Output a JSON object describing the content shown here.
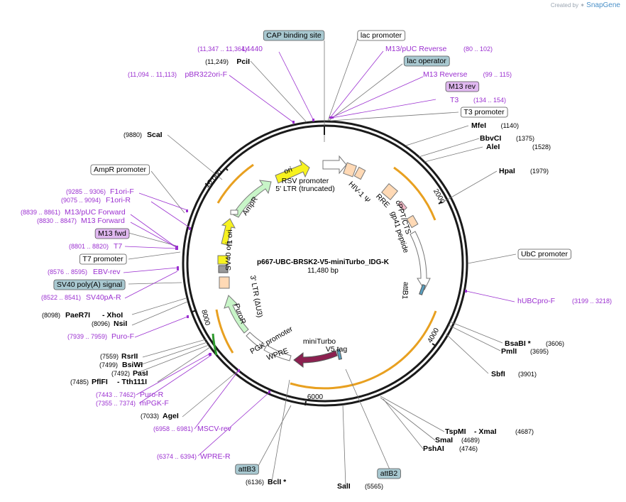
{
  "branding": {
    "created_by": "Created by",
    "app": "SnapGene"
  },
  "plasmid": {
    "name": "p667-UBC-BRSK2-V5-miniTurbo_IDG-K",
    "length": "11,480 bp"
  },
  "labels": [
    {
      "text": "CAP binding site",
      "box": "gray"
    },
    {
      "text": "lac promoter",
      "box": "white"
    },
    {
      "text": "lac operator",
      "box": "gray"
    },
    {
      "text": "M13 rev",
      "box": "purple"
    },
    {
      "text": "T3 promoter",
      "box": "white"
    },
    {
      "text": "AmpR promoter",
      "box": "white"
    },
    {
      "text": "M13 fwd",
      "box": "purple"
    },
    {
      "text": "T7 promoter",
      "box": "white"
    },
    {
      "text": "SV40 poly(A) signal",
      "box": "gray"
    },
    {
      "text": "UbC promoter",
      "box": "white"
    },
    {
      "text": "attB3",
      "box": "gray"
    },
    {
      "text": "attB2",
      "box": "gray"
    },
    {
      "text": "11,347 .. 11,364",
      "box": "none"
    },
    {
      "text": "L4440",
      "box": "none"
    },
    {
      "text": "11,249",
      "box": "none"
    },
    {
      "text": "PciI",
      "box": "none"
    },
    {
      "text": "11,094 .. 11,113",
      "box": "none"
    },
    {
      "text": "pBR322ori-F",
      "box": "none"
    },
    {
      "text": "M13/pUC Reverse",
      "box": "none"
    },
    {
      "text": "80 .. 102",
      "box": "none"
    },
    {
      "text": "M13 Reverse",
      "box": "none"
    },
    {
      "text": "99 .. 115",
      "box": "none"
    },
    {
      "text": "T3",
      "box": "none"
    },
    {
      "text": "134 .. 154",
      "box": "none"
    },
    {
      "text": "MfeI",
      "box": "none"
    },
    {
      "text": "1140",
      "box": "none"
    },
    {
      "text": "BbvCI",
      "box": "none"
    },
    {
      "text": "1375",
      "box": "none"
    },
    {
      "text": "AleI",
      "box": "none"
    },
    {
      "text": "1528",
      "box": "none"
    },
    {
      "text": "HpaI",
      "box": "none"
    },
    {
      "text": "1979",
      "box": "none"
    },
    {
      "text": "9880",
      "box": "none"
    },
    {
      "text": "ScaI",
      "box": "none"
    },
    {
      "text": "9285 .. 9306",
      "box": "none"
    },
    {
      "text": "F1ori-F",
      "box": "none"
    },
    {
      "text": "9075 .. 9094",
      "box": "none"
    },
    {
      "text": "F1ori-R",
      "box": "none"
    },
    {
      "text": "8839 .. 8861",
      "box": "none"
    },
    {
      "text": "M13/pUC Forward",
      "box": "none"
    },
    {
      "text": "8830 .. 8847",
      "box": "none"
    },
    {
      "text": "M13 Forward",
      "box": "none"
    },
    {
      "text": "8801 .. 8820",
      "box": "none"
    },
    {
      "text": "T7",
      "box": "none"
    },
    {
      "text": "8576 .. 8595",
      "box": "none"
    },
    {
      "text": "EBV-rev",
      "box": "none"
    },
    {
      "text": "8522 .. 8541",
      "box": "none"
    },
    {
      "text": "SV40pA-R",
      "box": "none"
    },
    {
      "text": "8098",
      "box": "none"
    },
    {
      "text": "PaeR7I",
      "box": "none"
    },
    {
      "text": "- XhoI",
      "box": "none"
    },
    {
      "text": "8096",
      "box": "none"
    },
    {
      "text": "NsiI",
      "box": "none"
    },
    {
      "text": "7939 .. 7959",
      "box": "none"
    },
    {
      "text": "Puro-F",
      "box": "none"
    },
    {
      "text": "hUBCpro-F",
      "box": "none"
    },
    {
      "text": "3199 .. 3218",
      "box": "none"
    },
    {
      "text": "BsaBI *",
      "box": "none"
    },
    {
      "text": "3606",
      "box": "none"
    },
    {
      "text": "PmlI",
      "box": "none"
    },
    {
      "text": "3695",
      "box": "none"
    },
    {
      "text": "SbfI",
      "box": "none"
    },
    {
      "text": "3901",
      "box": "none"
    },
    {
      "text": "7559",
      "box": "none"
    },
    {
      "text": "RsrII",
      "box": "none"
    },
    {
      "text": "7499",
      "box": "none"
    },
    {
      "text": "BsiWI",
      "box": "none"
    },
    {
      "text": "7492",
      "box": "none"
    },
    {
      "text": "PasI",
      "box": "none"
    },
    {
      "text": "7485",
      "box": "none"
    },
    {
      "text": "PflFI",
      "box": "none"
    },
    {
      "text": "- Tth111I",
      "box": "none"
    },
    {
      "text": "7443 .. 7462",
      "box": "none"
    },
    {
      "text": "Puro-R",
      "box": "none"
    },
    {
      "text": "7355 .. 7374",
      "box": "none"
    },
    {
      "text": "mPGK-F",
      "box": "none"
    },
    {
      "text": "7033",
      "box": "none"
    },
    {
      "text": "AgeI",
      "box": "none"
    },
    {
      "text": "6958 .. 6981",
      "box": "none"
    },
    {
      "text": "MSCV-rev",
      "box": "none"
    },
    {
      "text": "6374 .. 6394",
      "box": "none"
    },
    {
      "text": "WPRE-R",
      "box": "none"
    },
    {
      "text": "TspMI",
      "box": "none"
    },
    {
      "text": "- XmaI",
      "box": "none"
    },
    {
      "text": "4687",
      "box": "none"
    },
    {
      "text": "SmaI",
      "box": "none"
    },
    {
      "text": "4689",
      "box": "none"
    },
    {
      "text": "PshAI",
      "box": "none"
    },
    {
      "text": "4746",
      "box": "none"
    },
    {
      "text": "6136",
      "box": "none"
    },
    {
      "text": "BclI *",
      "box": "none"
    },
    {
      "text": "SalI",
      "box": "none"
    },
    {
      "text": "5565",
      "box": "none"
    }
  ],
  "ticks": [
    "2000",
    "4000",
    "6000",
    "8000",
    "10,000"
  ],
  "features": [
    {
      "name": "ori",
      "color": "#f7f21f"
    },
    {
      "name": "RSV promoter",
      "color": "#ffffff"
    },
    {
      "name": "5' LTR (truncated)",
      "color": "#ffd9b5"
    },
    {
      "name": "HIV-1 Ψ",
      "color": "#ffd9b5"
    },
    {
      "name": "RRE",
      "color": "#ffd9b5"
    },
    {
      "name": "gp41 peptide",
      "color": "#f2b8c6"
    },
    {
      "name": "cPPT/CTS",
      "color": "#ffd9b5"
    },
    {
      "name": "attB1",
      "color": "#5aa0c0"
    },
    {
      "name": "miniTurbo",
      "color": "#8c2050"
    },
    {
      "name": "V5 tag",
      "color": "#5aa0c0"
    },
    {
      "name": "WPRE",
      "color": "#ffffff"
    },
    {
      "name": "PGK promoter",
      "color": "#ffffff"
    },
    {
      "name": "PuroR",
      "color": "#c8f5c8"
    },
    {
      "name": "3' LTR (ΔU3)",
      "color": "#ffd9b5"
    },
    {
      "name": "SV40 ori",
      "color": "#f7f21f"
    },
    {
      "name": "f1 ori",
      "color": "#8ab4d0"
    },
    {
      "name": "AmpR",
      "color": "#c8f5c8"
    }
  ],
  "colors": {
    "purple": "#9b30d0",
    "orange": "#e8a020",
    "green": "#2e9a2e",
    "ring": "#1a1a1a"
  }
}
